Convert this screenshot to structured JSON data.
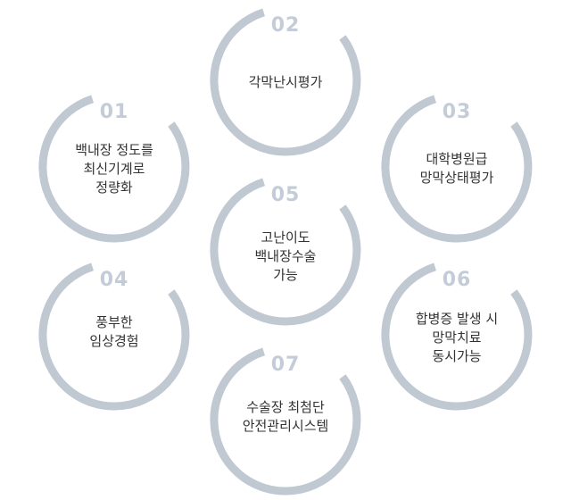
{
  "colors": {
    "ring": "#c0c8d2",
    "number": "#c4ccd7",
    "text": "#333333"
  },
  "items": [
    {
      "number": "02",
      "lines": [
        "각막난시평가"
      ]
    },
    {
      "number": "01",
      "lines": [
        "백내장 정도를",
        "최신기계로",
        "정량화"
      ]
    },
    {
      "number": "03",
      "lines": [
        "대학병원급",
        "망막상태평가"
      ]
    },
    {
      "number": "05",
      "lines": [
        "고난이도",
        "백내장수술",
        "가능"
      ]
    },
    {
      "number": "04",
      "lines": [
        "풍부한",
        "임상경험"
      ]
    },
    {
      "number": "06",
      "lines": [
        "합병증 발생 시",
        "망막치료",
        "동시가능"
      ]
    },
    {
      "number": "07",
      "lines": [
        "수술장 최첨단",
        "안전관리시스템"
      ]
    }
  ]
}
